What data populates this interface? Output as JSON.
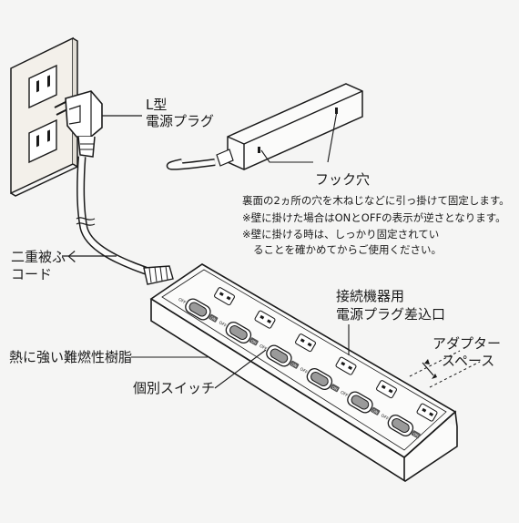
{
  "labels": {
    "l_plug_line1": "L型",
    "l_plug_line2": "電源プラグ",
    "hook_hole": "フック穴",
    "hook_note1": "裏面の2ヵ所の穴を木ねじなどに引っ掛けて固定します。",
    "hook_note2": "※壁に掛けた場合はONとOFFの表示が逆さとなります。",
    "hook_note3": "※壁に掛ける時は、しっかり固定されてい",
    "hook_note4": "ることを確かめてからご使用ください。",
    "cord_line1": "二重被ふく",
    "cord_line2": "コード",
    "outlet_line1": "接続機器用",
    "outlet_line2": "電源プラグ差込口",
    "adapter_line1": "アダプター",
    "adapter_line2": "スペース",
    "resin": "熱に強い難燃性樹脂",
    "switch": "個別スイッチ"
  },
  "switch_text": {
    "off": "OFF",
    "on": "ON"
  },
  "colors": {
    "line": "#1a1a1a",
    "wall": "#f3f0ea",
    "body": "#fbfbfa",
    "background": "#f5f5f4"
  }
}
